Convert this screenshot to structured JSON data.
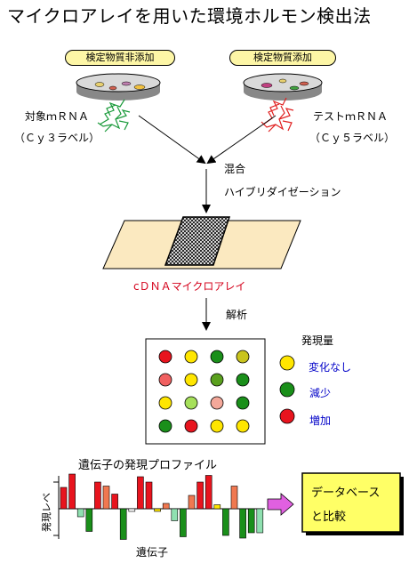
{
  "title": "マイクロアレイを用いた環境ホルモン検出法",
  "dish_left": {
    "label": "検定物質非添加"
  },
  "dish_right": {
    "label": "検定物質添加"
  },
  "target": {
    "line1": "対象ｍＲＮＡ",
    "line2": "（Ｃｙ３ラベル）"
  },
  "test": {
    "line1": "テストｍＲＮＡ",
    "line2": "（Ｃｙ５ラベル）"
  },
  "step_mix": "混合",
  "step_hybrid": "ハイブリダイゼーション",
  "microarray_label": "cＤＮＡマイクロアレイ",
  "step_analysis": "解析",
  "legend": {
    "title": "発現量",
    "items": [
      {
        "label": "変化なし",
        "color": "#ffe600"
      },
      {
        "label": "減少",
        "color": "#1a8f1a"
      },
      {
        "label": "増加",
        "color": "#e8141e"
      }
    ]
  },
  "spots": [
    [
      "#e8141e",
      "#ffe600",
      "#1a8f1a",
      "#c9c41e"
    ],
    [
      "#f06060",
      "#ffe600",
      "#5aa01e",
      "#1a8f1a"
    ],
    [
      "#ffe600",
      "#a6e05a",
      "#f4a89a",
      "#1a8f1a"
    ],
    [
      "#1a8f1a",
      "#e8141e",
      "#ffe600",
      "#ffe600"
    ]
  ],
  "profile": {
    "title": "遺伝子の発現プロファイル",
    "ylabel": "発現レベ",
    "xlabel": "遺伝子"
  },
  "database": {
    "line1": "データベース",
    "line2": "と比較"
  },
  "chart_data": {
    "type": "bar",
    "title": "遺伝子の発現プロファイル",
    "xlabel": "遺伝子",
    "ylabel": "発現レベ",
    "bars": [
      {
        "v": 0.8,
        "c": "#e8141e"
      },
      {
        "v": 1.3,
        "c": "#e8141e"
      },
      {
        "v": -0.3,
        "c": "#8fe0b0"
      },
      {
        "v": -0.85,
        "c": "#1a8f1a"
      },
      {
        "v": 1.0,
        "c": "#e8141e"
      },
      {
        "v": 0.85,
        "c": "#f07850"
      },
      {
        "v": 0.55,
        "c": "#e8141e"
      },
      {
        "v": -1.15,
        "c": "#1a8f1a"
      },
      {
        "v": -0.1,
        "c": "#ffffff"
      },
      {
        "v": 1.2,
        "c": "#e8141e"
      },
      {
        "v": 1.0,
        "c": "#e8141e"
      },
      {
        "v": -0.1,
        "c": "#ffe600"
      },
      {
        "v": 0.2,
        "c": "#f07850"
      },
      {
        "v": -0.45,
        "c": "#8fe0b0"
      },
      {
        "v": -1.05,
        "c": "#1a8f1a"
      },
      {
        "v": 0.5,
        "c": "#f07850"
      },
      {
        "v": 1.0,
        "c": "#e8141e"
      },
      {
        "v": 1.25,
        "c": "#e8141e"
      },
      {
        "v": 0.15,
        "c": "#ffe600"
      },
      {
        "v": -1.0,
        "c": "#1a8f1a"
      },
      {
        "v": 0.85,
        "c": "#f07850"
      },
      {
        "v": -1.1,
        "c": "#1a8f1a"
      },
      {
        "v": -0.9,
        "c": "#1a8f1a"
      },
      {
        "v": -0.9,
        "c": "#8fe0b0"
      }
    ]
  }
}
